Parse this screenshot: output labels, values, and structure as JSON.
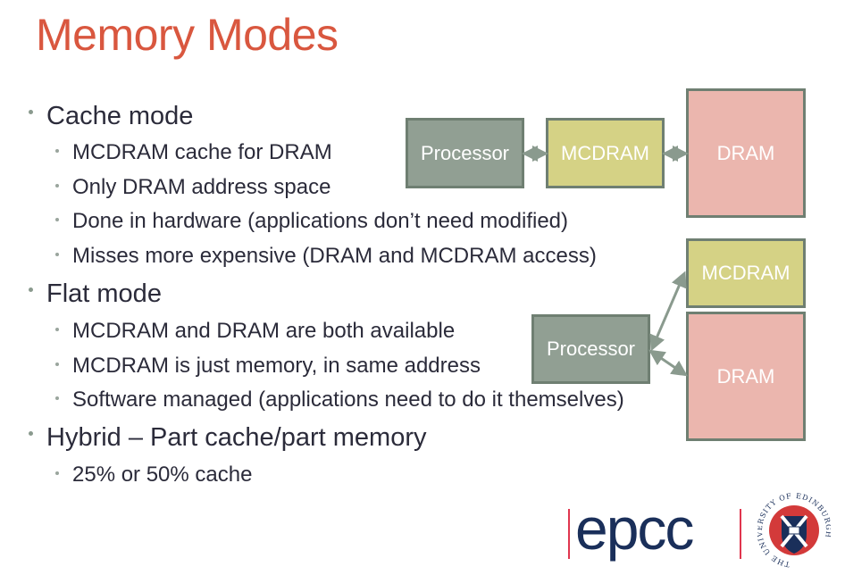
{
  "slide": {
    "title": "Memory Modes",
    "bullets": [
      {
        "level": 1,
        "text": "Cache mode"
      },
      {
        "level": 2,
        "text": "MCDRAM cache for DRAM"
      },
      {
        "level": 2,
        "text": "Only DRAM address space"
      },
      {
        "level": 2,
        "text": "Done in hardware (applications don’t need modified)"
      },
      {
        "level": 2,
        "text": "Misses more expensive (DRAM and MCDRAM access)"
      },
      {
        "level": 1,
        "text": "Flat mode"
      },
      {
        "level": 2,
        "text": "MCDRAM and DRAM are both available"
      },
      {
        "level": 2,
        "text": "MCDRAM is just memory, in same address"
      },
      {
        "level": 2,
        "text": "Software managed (applications need to do it themselves)"
      },
      {
        "level": 1,
        "text": "Hybrid – Part cache/part memory"
      },
      {
        "level": 2,
        "text": "25% or 50% cache"
      }
    ]
  },
  "diagram_cache": {
    "processor": "Processor",
    "mcdram": "MCDRAM",
    "dram": "DRAM"
  },
  "diagram_flat": {
    "processor": "Processor",
    "mcdram": "MCDRAM",
    "dram": "DRAM"
  },
  "colors": {
    "title": "#d9573f",
    "processor": "#919f93",
    "mcdram": "#d5d285",
    "dram": "#ebb6ae",
    "border": "#6f7f72",
    "epcc_text": "#1a2f5a",
    "epcc_bar": "#e0364e"
  },
  "logos": {
    "epcc": "epcc",
    "university_ring": "THE UNIVERSITY OF EDINBURGH"
  }
}
